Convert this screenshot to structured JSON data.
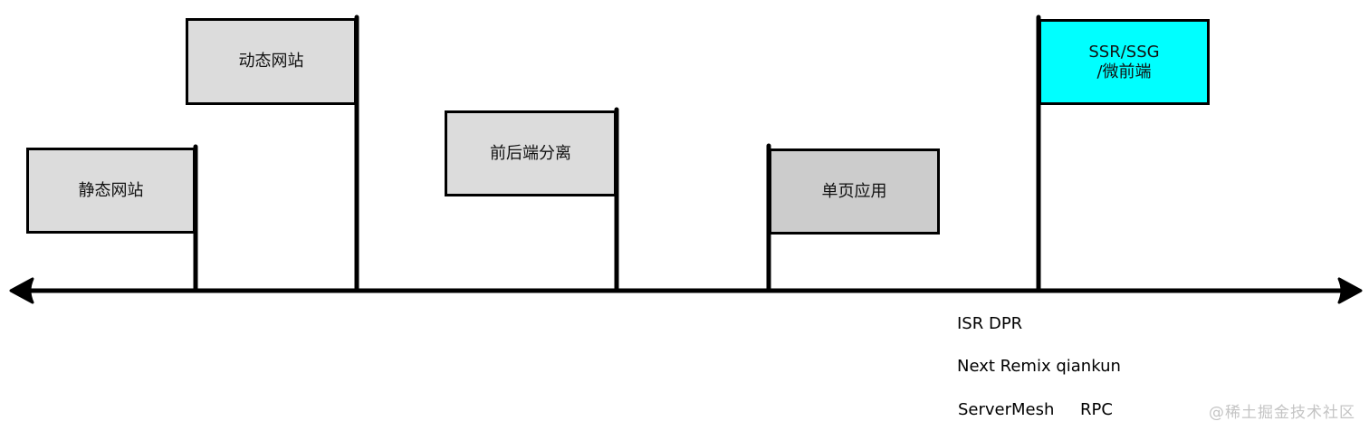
{
  "diagram": {
    "type": "timeline",
    "direction": "bidirectional-horizontal",
    "colors": {
      "flag_default": "#dcdcdc",
      "flag_spa": "#cccccc",
      "flag_highlight": "#00ffff",
      "line": "#000000"
    },
    "flags": [
      {
        "label": "静态网站",
        "fill": "#dcdcdc"
      },
      {
        "label": "动态网站",
        "fill": "#dcdcdc"
      },
      {
        "label": "前后端分离",
        "fill": "#dcdcdc"
      },
      {
        "label": "单页应用",
        "fill": "#cccccc"
      },
      {
        "label": "SSR/SSG\n/微前端",
        "fill": "#00ffff"
      }
    ],
    "notes": [
      "ISR DPR",
      "Next Remix qiankun",
      "ServerMesh     RPC"
    ],
    "watermark": "@稀土掘金技术社区"
  }
}
